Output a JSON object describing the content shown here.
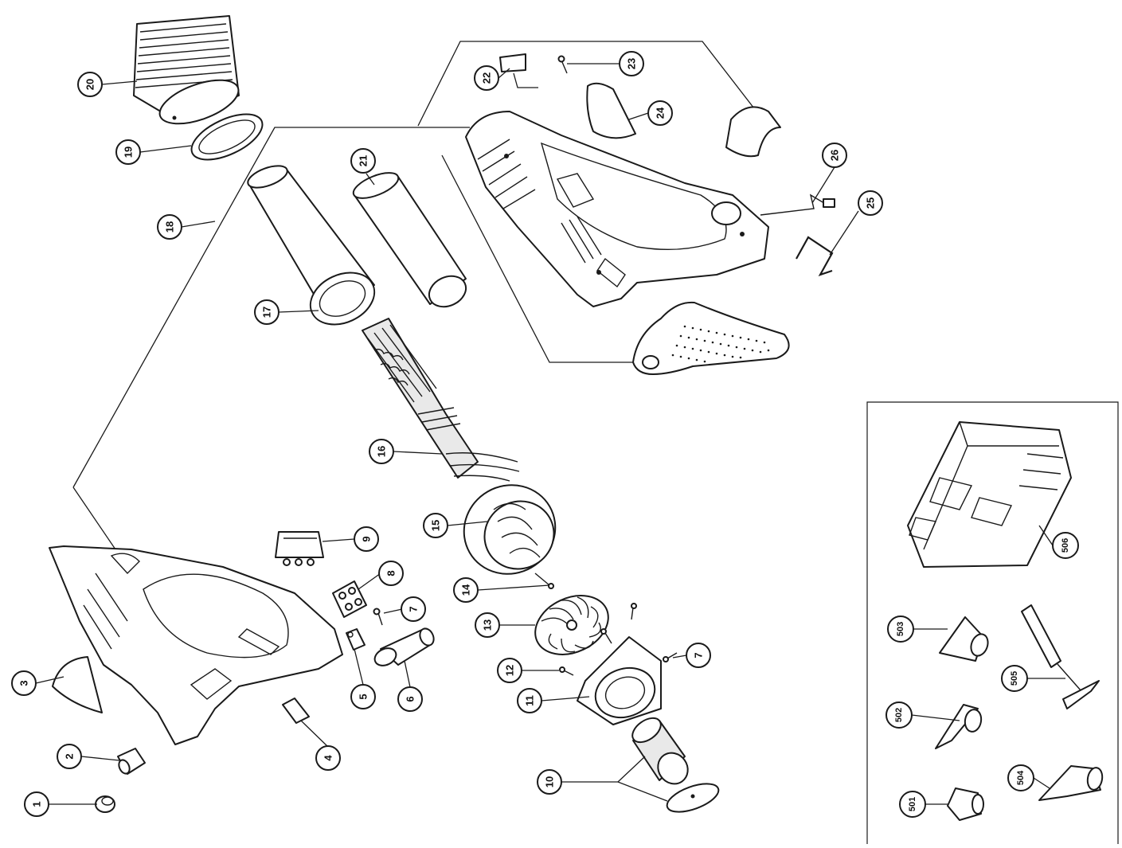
{
  "diagram": {
    "callouts": [
      "1",
      "2",
      "3",
      "4",
      "5",
      "6",
      "7",
      "7",
      "8",
      "9",
      "10",
      "11",
      "12",
      "13",
      "14",
      "15",
      "16",
      "17",
      "18",
      "19",
      "20",
      "21",
      "22",
      "23",
      "24",
      "25",
      "26",
      "501",
      "502",
      "503",
      "504",
      "505",
      "506"
    ]
  }
}
